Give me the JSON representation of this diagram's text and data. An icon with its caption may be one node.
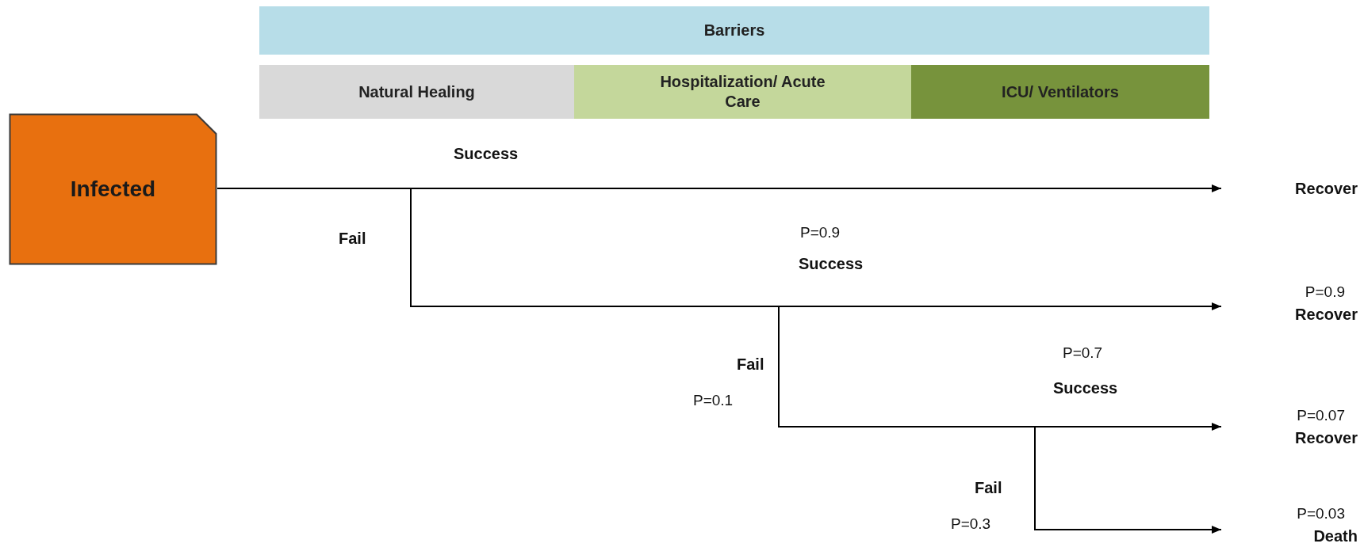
{
  "diagram": {
    "nodes": [
      {
        "text": [
          "Barriers"
        ]
      },
      {
        "text": [
          "Natural Healing"
        ]
      },
      {
        "text": [
          "Hospitalization/ Acute Care"
        ]
      },
      {
        "text": [
          "ICU/ Ventilators"
        ]
      },
      {
        "text": [
          "Infected"
        ]
      },
      {
        "text": [
          "Recover"
        ]
      },
      {
        "text": [
          "Recover"
        ],
        "beside": [
          "P=0.9"
        ]
      },
      {
        "text": [
          "Recover"
        ],
        "beside": [
          "P=0.07"
        ]
      },
      {
        "text": [
          "Death"
        ],
        "beside": [
          "P=0.03"
        ]
      }
    ],
    "edges": [
      {
        "from": 4,
        "to": 5,
        "arrow": "to",
        "label": "Success"
      },
      {
        "from": 4,
        "to": 6,
        "arrow": "to",
        "label": "Success"
      },
      {
        "from": 4,
        "to": 7,
        "arrow": "to",
        "label": "Success"
      },
      {
        "from": 4,
        "to": 8,
        "arrow": "to",
        "label": "Fail"
      }
    ],
    "labels": [
      "Fail",
      "P=0.9",
      "Fail",
      "P=0.1",
      "P=0.7",
      "P=0.3"
    ]
  }
}
